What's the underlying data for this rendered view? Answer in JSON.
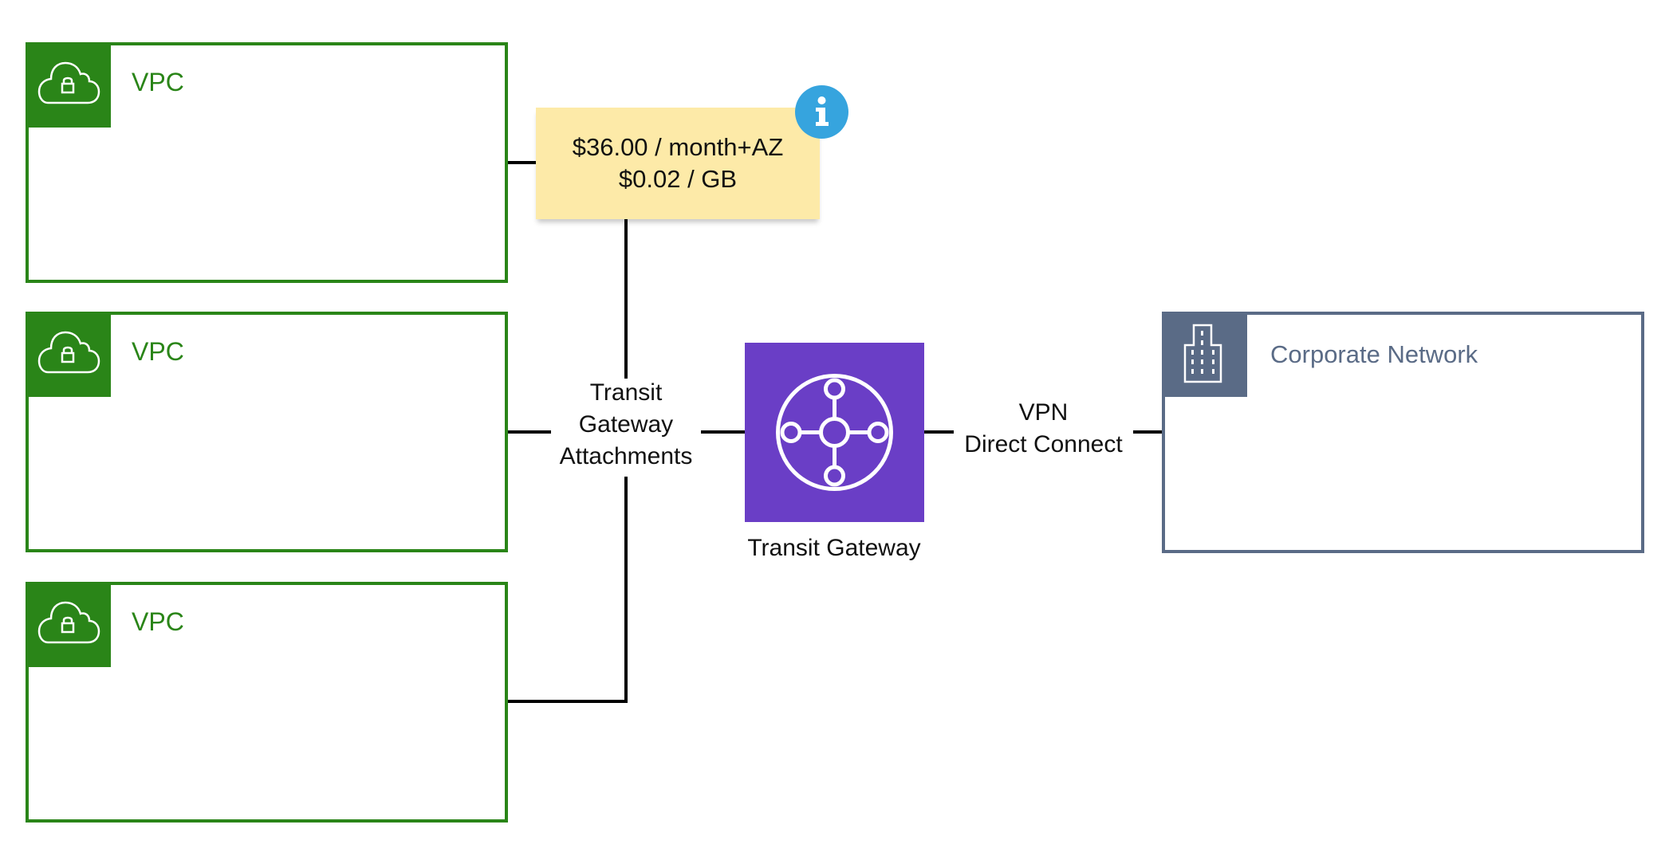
{
  "diagram": {
    "vpcs": [
      {
        "label": "VPC",
        "icon": "vpc-cloud-lock-icon"
      },
      {
        "label": "VPC",
        "icon": "vpc-cloud-lock-icon"
      },
      {
        "label": "VPC",
        "icon": "vpc-cloud-lock-icon"
      }
    ],
    "pricing_note": {
      "line1": "$36.00 / month+AZ",
      "line2": "$0.02 / GB",
      "badge_icon": "info-icon"
    },
    "attachments_label": {
      "line1": "Transit",
      "line2": "Gateway",
      "line3": "Attachments"
    },
    "transit_gateway": {
      "label": "Transit Gateway",
      "icon": "transit-gateway-hub-icon"
    },
    "connection_label": {
      "line1": "VPN",
      "line2": "Direct Connect"
    },
    "corporate_network": {
      "label": "Corporate Network",
      "icon": "office-building-icon"
    },
    "colors": {
      "vpc_green": "#2a8518",
      "corporate_slate": "#5a6b86",
      "transit_gateway_purple": "#6a3ec6",
      "note_yellow": "#fdeaa8",
      "info_blue": "#36a4de",
      "connector": "#000000"
    }
  }
}
